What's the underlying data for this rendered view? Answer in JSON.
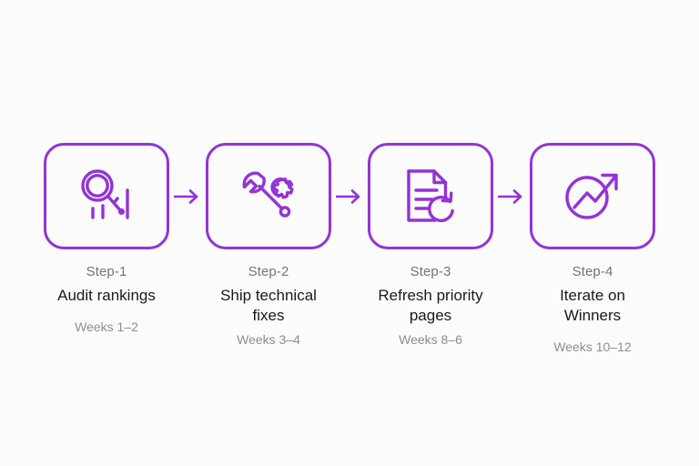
{
  "page": {
    "title": "Four Step Process Roadmap",
    "background_color": "#fcfcfd",
    "accent_color": "#9333d8",
    "tag_color": "#6e7a72",
    "title_color": "#1a1a1a",
    "weeks_color": "#8a8f8c"
  },
  "steps": [
    {
      "tag": "Step-1",
      "title": "Audit rankings",
      "weeks": "Weeks 1–2",
      "icon": "magnifier-bar-chart-icon"
    },
    {
      "tag": "Step-2",
      "title": "Ship technical fixes",
      "weeks": "Weeks 3–4",
      "icon": "wrench-gear-icon"
    },
    {
      "tag": "Step-3",
      "title": "Refresh priority pages",
      "weeks": "Weeks 8–6",
      "icon": "document-refresh-icon"
    },
    {
      "tag": "Step-4",
      "title": "Iterate on Winners",
      "weeks": "Weeks 10–12",
      "icon": "trend-arrow-up-icon"
    }
  ],
  "connectors": [
    {
      "name": "arrow-right-icon"
    },
    {
      "name": "arrow-right-icon"
    },
    {
      "name": "arrow-right-icon"
    }
  ]
}
